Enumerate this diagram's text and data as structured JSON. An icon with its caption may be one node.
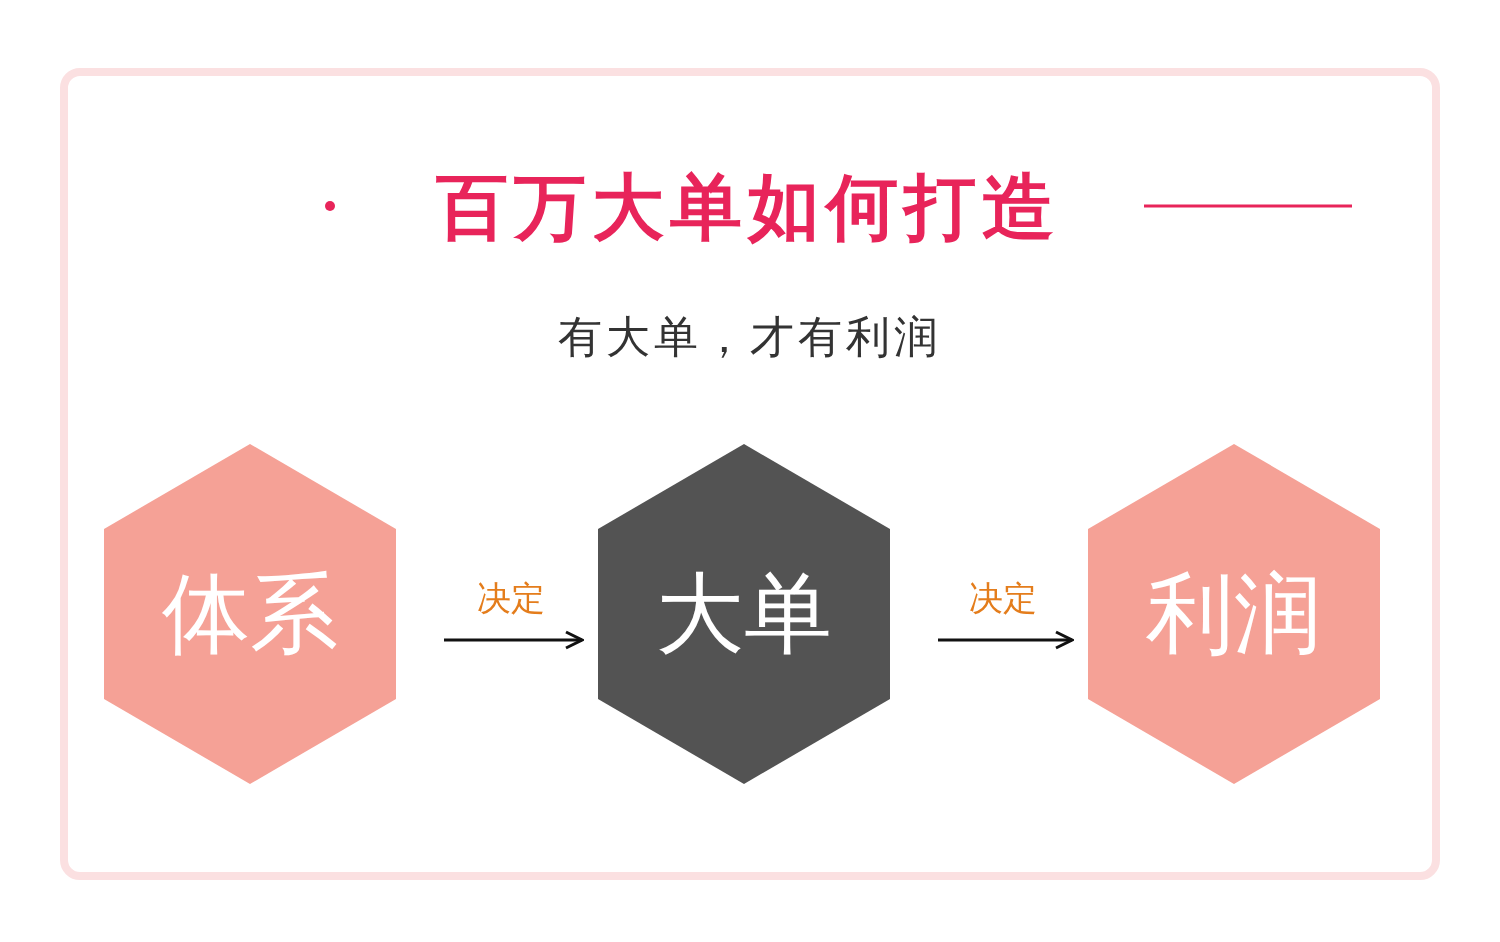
{
  "diagram": {
    "title": "百万大单如何打造",
    "nodes": [
      {
        "text": [
          "体系"
        ]
      },
      {
        "text": [
          "大单"
        ]
      },
      {
        "text": [
          "利润"
        ]
      }
    ],
    "edges": [
      {
        "from": 0,
        "to": 1,
        "arrow": "to",
        "label": "决定"
      },
      {
        "from": 1,
        "to": 2,
        "arrow": "to",
        "label": "决定"
      }
    ],
    "labels": [
      "有大单，才有利润"
    ]
  }
}
